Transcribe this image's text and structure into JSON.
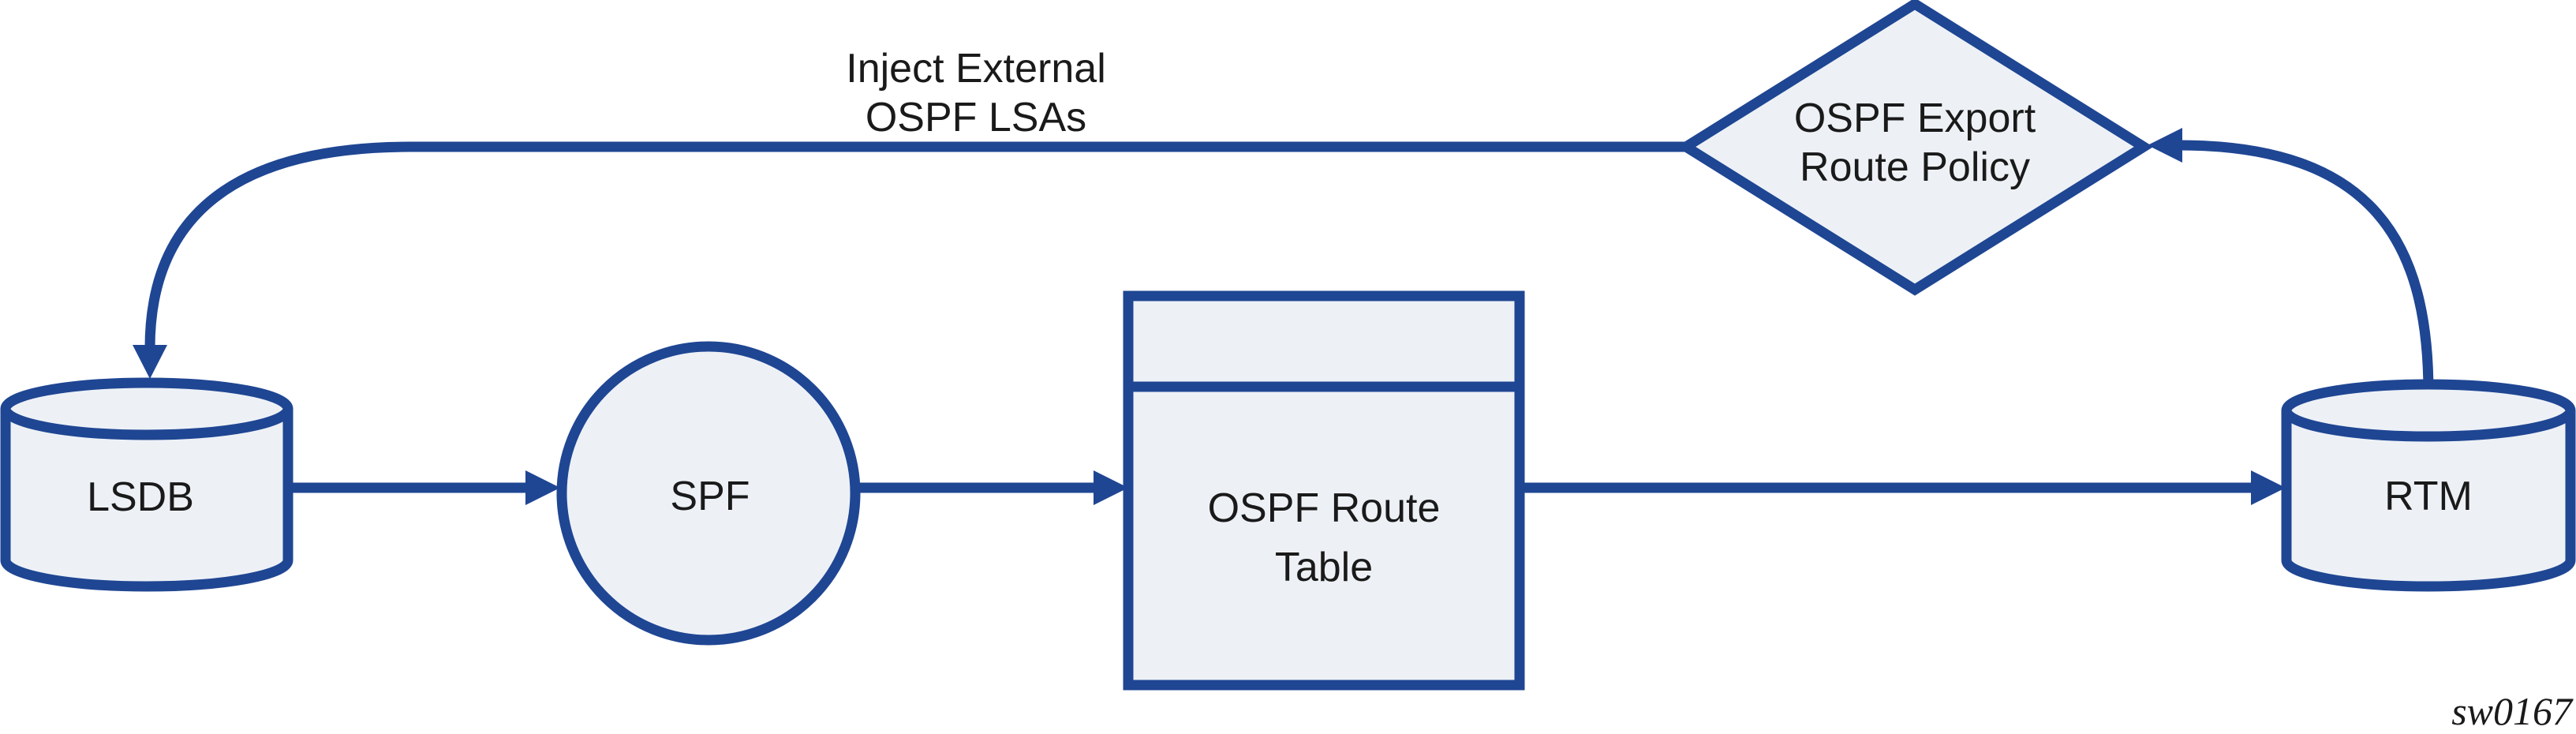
{
  "figure": {
    "caption": "sw0167",
    "annotation": {
      "line1": "Inject External",
      "line2": "OSPF LSAs"
    },
    "nodes": {
      "lsdb": {
        "label": "LSDB",
        "shape": "database-cylinder"
      },
      "spf": {
        "label": "SPF",
        "shape": "circle"
      },
      "route_table": {
        "line1": "OSPF Route",
        "line2": "Table",
        "shape": "table-box-with-header"
      },
      "rtm": {
        "label": "RTM",
        "shape": "database-cylinder"
      },
      "export_policy": {
        "line1": "OSPF Export",
        "line2": "Route Policy",
        "shape": "decision-diamond"
      }
    },
    "flows": [
      {
        "from": "LSDB",
        "to": "SPF"
      },
      {
        "from": "SPF",
        "to": "OSPF Route Table"
      },
      {
        "from": "OSPF Route Table",
        "to": "RTM"
      },
      {
        "from": "RTM",
        "to": "OSPF Export Route Policy"
      },
      {
        "from": "OSPF Export Route Policy",
        "to": "LSDB",
        "label": "Inject External OSPF LSAs"
      }
    ],
    "colors": {
      "stroke": "#1F4693",
      "shape_fill": "#EDF1F6",
      "label_text": "#1A1A1A",
      "background": "#FFFFFF"
    }
  }
}
